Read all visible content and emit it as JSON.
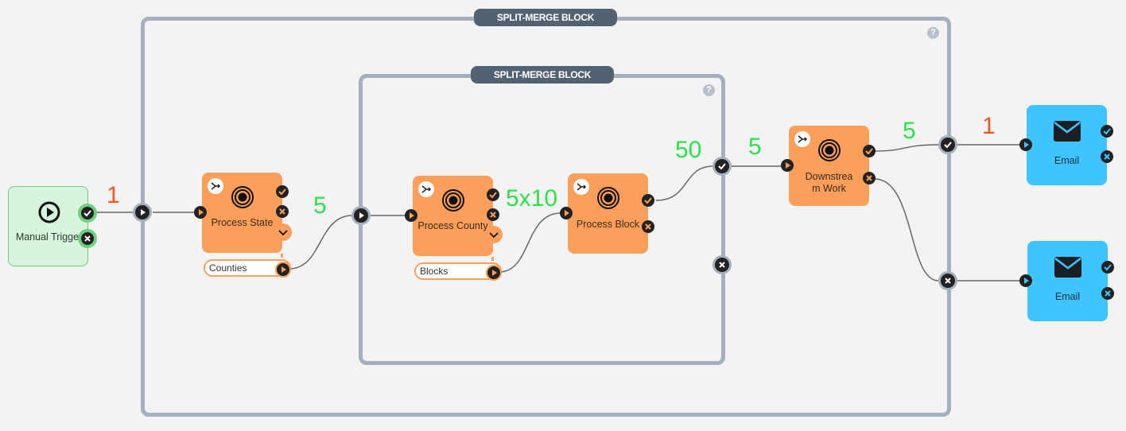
{
  "blocks": {
    "outer": {
      "label": "SPLIT-MERGE BLOCK"
    },
    "inner": {
      "label": "SPLIT-MERGE BLOCK"
    }
  },
  "nodes": {
    "manual_trigger": {
      "label": "Manual Trigger",
      "color": "#d7f5dd"
    },
    "process_state": {
      "label": "Process State",
      "color": "#fc9f5b"
    },
    "process_county": {
      "label": "Process County",
      "color": "#fc9f5b"
    },
    "process_block": {
      "label": "Process Block",
      "color": "#fc9f5b"
    },
    "downstream_work": {
      "label_line1": "Downstrea",
      "label_line2": "m Work",
      "color": "#fc9f5b"
    },
    "email_success": {
      "label": "Email",
      "color": "#40c4ff"
    },
    "email_failure": {
      "label": "Email",
      "color": "#40c4ff"
    }
  },
  "params": {
    "counties": "Counties",
    "blocks": "Blocks"
  },
  "counts": {
    "trigger_to_block": "1",
    "state_to_inner": "5",
    "county_to_block": "5x10",
    "block_to_inner_out": "50",
    "inner_out_to_downstream": "5",
    "downstream_to_outer_out": "5",
    "outer_out_to_email": "1"
  },
  "colors": {
    "count_green": "#2ee04a",
    "count_red": "#f2551f",
    "block_frame": "#a3b1bf",
    "block_tag": "#536273"
  },
  "help_glyph": "?"
}
